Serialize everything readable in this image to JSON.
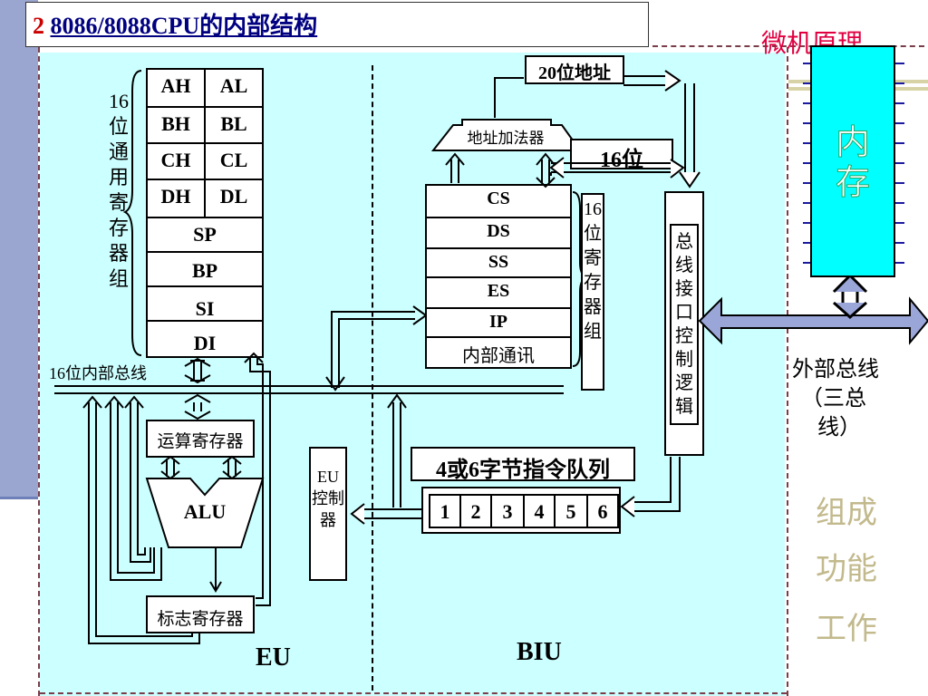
{
  "header": {
    "section_number": "2",
    "title": "8086/8088CPU的内部结构",
    "brand": "微机原理"
  },
  "eu": {
    "label": "EU",
    "gp_group_label": "16位通用寄存器组",
    "registers": [
      {
        "high": "AH",
        "low": "AL"
      },
      {
        "high": "BH",
        "low": "BL"
      },
      {
        "high": "CH",
        "low": "CL"
      },
      {
        "high": "DH",
        "low": "DL"
      }
    ],
    "pointer_registers": [
      "SP",
      "BP",
      "SI",
      "DI"
    ],
    "internal_bus_label": "16位内部总线",
    "operand_register": "运算寄存器",
    "alu": "ALU",
    "flags_register": "标志寄存器",
    "control_label": "EU控制器"
  },
  "biu": {
    "label": "BIU",
    "addr_20_label": "20位地址",
    "adder_label": "地址加法器",
    "bit16_label": "16位",
    "seg_registers": [
      "CS",
      "DS",
      "SS",
      "ES",
      "IP",
      "内部通讯"
    ],
    "seg_group_label": "16位寄存器组",
    "bus_ctrl_label": "总线接口控制逻辑",
    "queue_label": "4或6字节指令队列",
    "queue_slots": [
      "1",
      "2",
      "3",
      "4",
      "5",
      "6"
    ]
  },
  "memory": {
    "label": "内存"
  },
  "external_bus": {
    "line1": "外部总线",
    "line2": "（三总",
    "line3": "线）"
  },
  "side_menu": [
    "组成",
    "功能",
    "工作"
  ],
  "colors": {
    "background_eu": "#ccffff",
    "memory": "#00ffff",
    "title": "#000080",
    "brand": "#e00040",
    "side_menu": "#c2b98c",
    "left_bar": "#9aa6cf"
  }
}
